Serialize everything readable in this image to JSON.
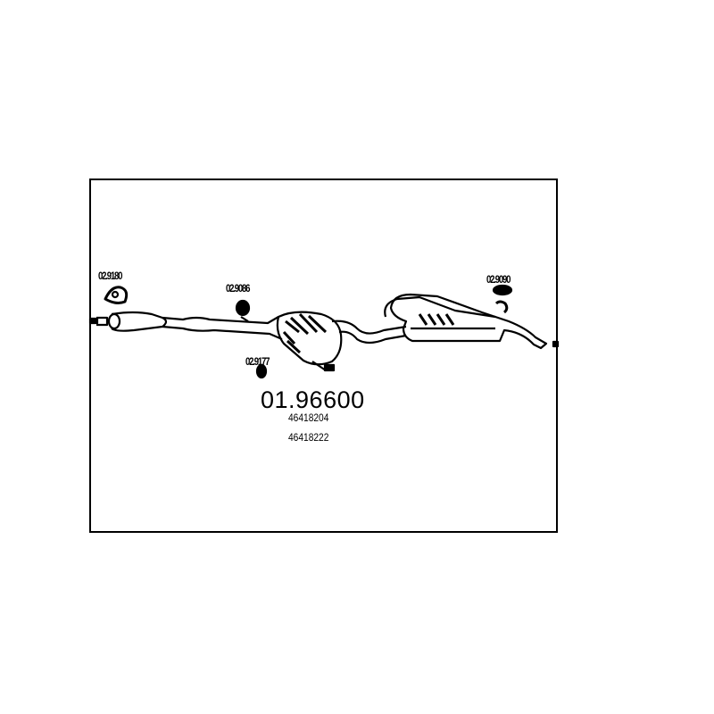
{
  "diagram": {
    "part_number": "01.96600",
    "oem_numbers": [
      "46418204",
      "46418222"
    ],
    "component_labels": [
      "02.9180",
      "02.9086",
      "02.9177",
      "02.9090"
    ]
  }
}
